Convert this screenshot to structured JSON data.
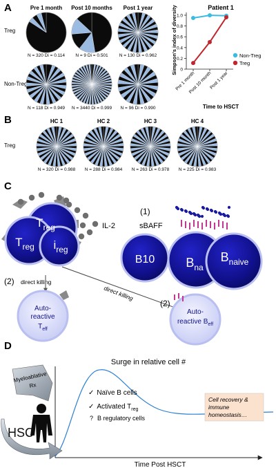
{
  "panel_a": {
    "label": "A",
    "column_headers": [
      "Pre 1 month",
      "Post 10 months",
      "Post 1 year"
    ],
    "row_labels": [
      "Treg",
      "Non-Treg"
    ],
    "stats": [
      [
        "N = 320 Di = 0.114",
        "N = 9 Di = 0.501",
        "N = 130 Di = 0.962"
      ],
      [
        "N = 118 Di = 0.949",
        "N = 3440 Di = 0.999",
        "N = 96 Di = 0.990"
      ]
    ],
    "pies": [
      {
        "n": 320,
        "di": 0.114
      },
      {
        "n": 9,
        "di": 0.501
      },
      {
        "n": 130,
        "di": 0.962
      },
      {
        "n": 118,
        "di": 0.949
      },
      {
        "n": 3440,
        "di": 0.999
      },
      {
        "n": 96,
        "di": 0.99
      }
    ]
  },
  "chart_data": {
    "type": "line",
    "title": "Patient 1",
    "xlabel": "Time to HSCT",
    "ylabel": "Simpson's index of diversity",
    "categories": [
      "Pre 1 month",
      "Post 10 month",
      "Post 1 year"
    ],
    "ylim": [
      0,
      1.0
    ],
    "yticks": [
      "0",
      "0.2",
      "0.4",
      "0.6",
      "0.8",
      "1.0"
    ],
    "series": [
      {
        "name": "Non-Treg",
        "color": "#3bbbe0",
        "values": [
          0.949,
          0.999,
          0.99
        ]
      },
      {
        "name": "Treg",
        "color": "#c0262d",
        "values": [
          0.114,
          0.501,
          0.962
        ]
      }
    ],
    "legend": "right"
  },
  "panel_b": {
    "label": "B",
    "column_headers": [
      "HC 1",
      "HC 2",
      "HC 3",
      "HC 4"
    ],
    "row_label": "Treg",
    "stats": [
      "N = 320 Di = 0.988",
      "N = 288 Di = 0.984",
      "N = 263 Di = 0.978",
      "N = 225 Di = 0.983"
    ]
  },
  "panel_c": {
    "label": "C",
    "il2": "IL-2",
    "sbaff": "sBAFF",
    "step1": "(1)",
    "step2": "(2)",
    "direct_killing": "direct killing",
    "treg": "T",
    "treg_sub": "reg",
    "ireg": "i",
    "ireg_sub": "reg",
    "b10": "B10",
    "bna": "B",
    "bna_sub": "na",
    "bnaive": "B",
    "bnaive_sub": "naive",
    "autoreactive": "Auto-",
    "reactive_t": "reactive",
    "teff": "T",
    "teff_sub": "eff",
    "reactive_b": "reactive B",
    "beff_sub": "eff"
  },
  "panel_d": {
    "label": "D",
    "title": "Surge in relative cell #",
    "myeloablative": "Myeloablative",
    "rx": "Rx",
    "hsc": "HSC",
    "items": [
      {
        "marker": "✓",
        "text": "Naïve B cells"
      },
      {
        "marker": "✓",
        "text": "Activated T",
        "sub": "reg"
      },
      {
        "marker": "?",
        "text": "B regulatory cells"
      }
    ],
    "recovery_line1": "Cell recovery &",
    "recovery_line2": "immune",
    "recovery_line3": "homeostasis…",
    "xlabel": "Time Post HSCT"
  },
  "colors": {
    "navy": "#12128f",
    "blue_ring": "#9ea8e8",
    "pie_light": "#9bbbe3",
    "pie_dark": "#0b0b0b",
    "lavender": "#cfd3f7"
  }
}
